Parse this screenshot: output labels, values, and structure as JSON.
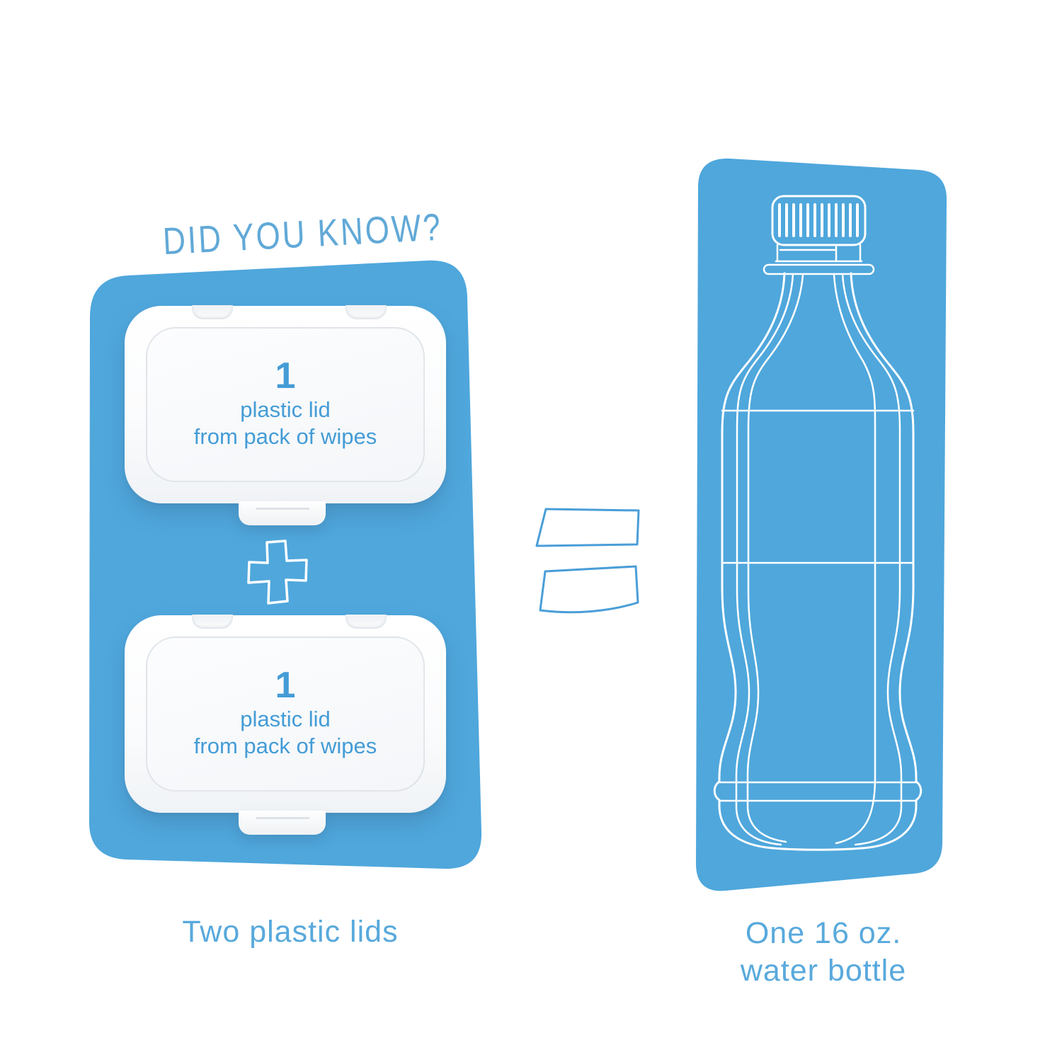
{
  "title": "DID YOU KNOW?",
  "left_panel": {
    "lids": [
      {
        "count": "1",
        "line1": "plastic lid",
        "line2": "from pack of wipes"
      },
      {
        "count": "1",
        "line1": "plastic lid",
        "line2": "from pack of wipes"
      }
    ],
    "caption": "Two plastic lids"
  },
  "right_panel": {
    "caption_line1": "One 16 oz.",
    "caption_line2": "water bottle"
  },
  "icons": {
    "plus-icon": "+",
    "equals-icon": "=",
    "water-bottle-icon": "blueprint outline of capped water bottle",
    "wipes-lid-icon": "rounded flip-top lid shape"
  },
  "colors": {
    "panel_blue": "#4FA7DC",
    "lid_text_blue": "#449CD6",
    "caption_blue": "#58A9DC",
    "title_blue": "#61A9D7",
    "equals_blue": "#4A9ED8",
    "bg_white": "#FFFFFF",
    "lid_white": "#FFFFFF"
  }
}
